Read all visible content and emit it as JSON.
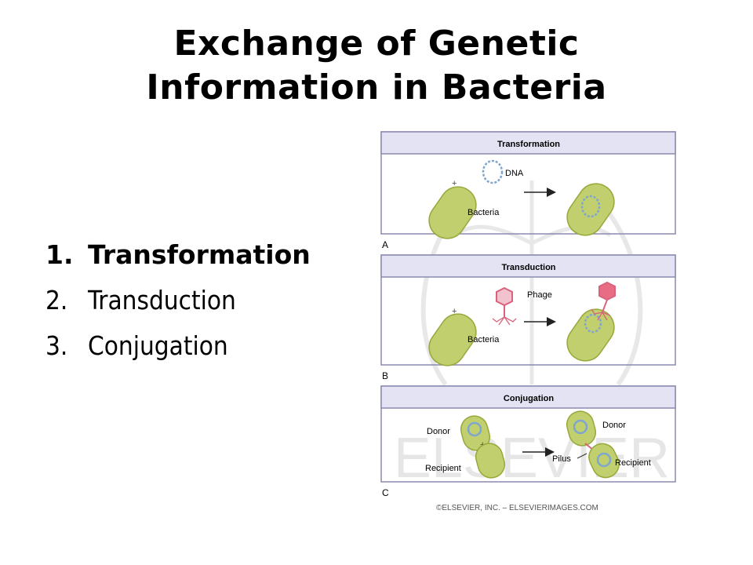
{
  "slide": {
    "title_line1": "Exchange of Genetic",
    "title_line2": "Information in Bacteria",
    "items": [
      {
        "num": "1.",
        "label": "Transformation"
      },
      {
        "num": "2.",
        "label": "Transduction"
      },
      {
        "num": "3.",
        "label": "Conjugation"
      }
    ]
  },
  "figure": {
    "panel_a": {
      "header": "Transformation",
      "dna": "DNA",
      "bacteria": "Bacteria",
      "letter": "A",
      "plus": "+"
    },
    "panel_b": {
      "header": "Transduction",
      "phage": "Phage",
      "bacteria": "Bacteria",
      "letter": "B",
      "plus": "+"
    },
    "panel_c": {
      "header": "Conjugation",
      "donor_left": "Donor",
      "recipient_left": "Recipient",
      "donor_right": "Donor",
      "recipient_right": "Recipient",
      "pilus": "Pilus",
      "letter": "C",
      "plus": "+"
    },
    "watermark": "ELSEVIER",
    "copyright": "©ELSEVIER, INC. – ELSEVIERIMAGES.COM"
  },
  "colors": {
    "header_fill": "#e3e3f4",
    "panel_border": "#8a8ab0",
    "bacteria_fill": "#c2cf6f",
    "bacteria_stroke": "#98a83a",
    "dna": "#7fa6cf",
    "phage": "#d9627c"
  }
}
